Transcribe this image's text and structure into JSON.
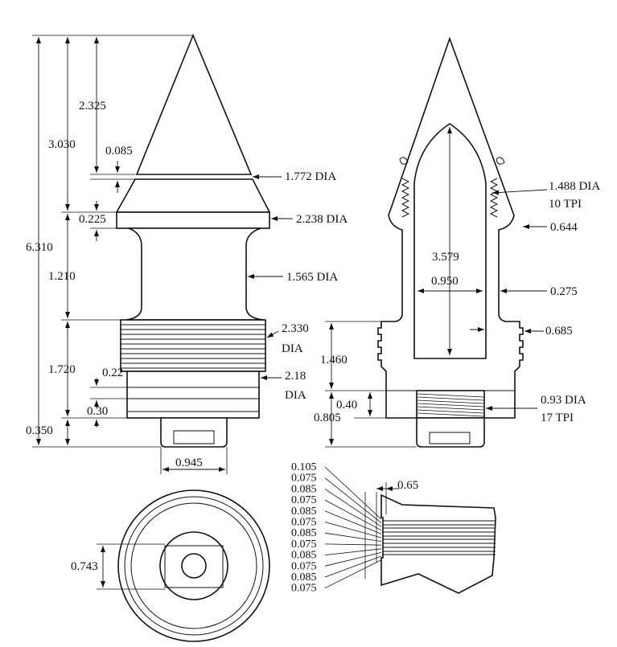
{
  "dimensions": {
    "overall_length": "6.310",
    "tip_length": "2.325",
    "tip_to_collar": "3.030",
    "groove_width": "0.085",
    "collar_thickness": "0.225",
    "groove_dia": "1.772 DIA",
    "collar_dia": "2.238 DIA",
    "neck_length": "1.210",
    "neck_dia": "1.565 DIA",
    "thread_length": "1.720",
    "thread_dia_a": "2.330",
    "thread_dia_b": "DIA",
    "ring_spacing": "0.22",
    "ring_dia_a": "2.18",
    "ring_dia_b": "DIA",
    "ring_gap": "0.30",
    "base_height": "0.350",
    "base_width": "0.945"
  },
  "section": {
    "internal_thread_dia": "1.488 DIA",
    "internal_thread_tpi": "10 TPI",
    "wall_step": "0.644",
    "cavity_length": "3.579",
    "cavity_width": "0.950",
    "wall_thickness": "0.275",
    "shell_thread": "0.685",
    "thread_zone_length": "1.460",
    "plug_depth": "0.40",
    "base_length": "0.805",
    "plug_thread_dia": "0.93 DIA",
    "plug_thread_tpi": "17 TPI"
  },
  "end_view": {
    "flat_width": "0.743"
  },
  "detail": {
    "offset": "0.65",
    "pitches": [
      "0.105",
      "0.075",
      "0.085",
      "0.075",
      "0.085",
      "0.075",
      "0.085",
      "0.075",
      "0.085",
      "0.075",
      "0.085",
      "0.075"
    ]
  }
}
